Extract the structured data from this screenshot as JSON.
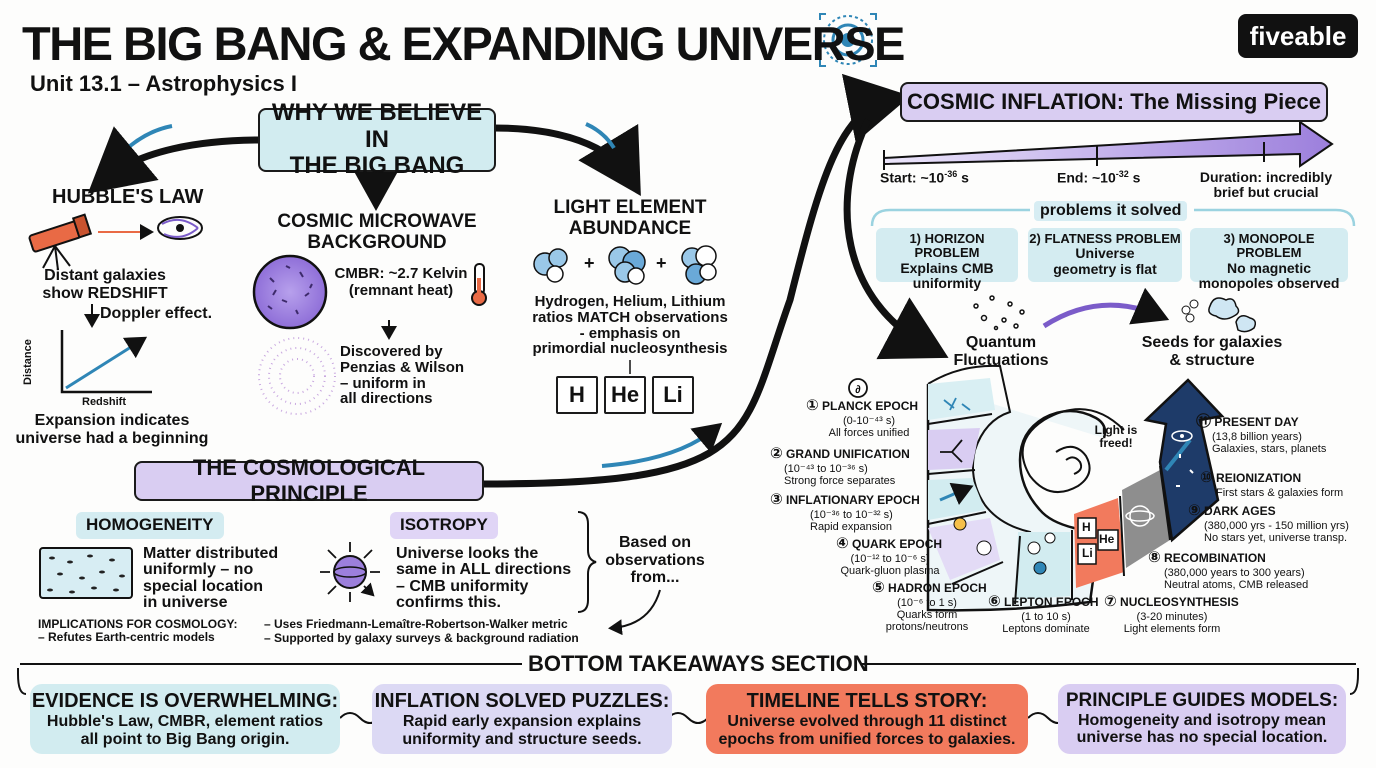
{
  "header": {
    "title": "THE BIG BANG & EXPANDING UNIVERSE",
    "subtitle": "Unit 13.1 – Astrophysics I",
    "brand": "fiveable",
    "icons": [
      "target-icon",
      "fiveable-logo"
    ]
  },
  "why": {
    "title_line1": "WHY WE BELIEVE IN",
    "title_line2": "THE BIG BANG",
    "hubble": {
      "title": "HUBBLE'S LAW",
      "desc_line1": "Distant galaxies",
      "desc_line2": "show REDSHIFT",
      "doppler": "Doppler effect.",
      "graph_ylabel": "Distance",
      "graph_xlabel": "Redshift",
      "conclusion_line1": "Expansion indicates",
      "conclusion_line2": "universe had a beginning"
    },
    "cmb": {
      "title_line1": "COSMIC MICROWAVE",
      "title_line2": "BACKGROUND",
      "temp_line1": "CMBR: ~2.7 Kelvin",
      "temp_line2": "(remnant heat)",
      "disc_line1": "Discovered by",
      "disc_line2": "Penzias & Wilson",
      "disc_line3": "– uniform in",
      "disc_line4": "all directions"
    },
    "light": {
      "title_line1": "LIGHT ELEMENT",
      "title_line2": "ABUNDANCE",
      "desc_line1": "Hydrogen, Helium, Lithium",
      "desc_line2": "ratios MATCH observations",
      "desc_line3": "- emphasis on",
      "desc_line4": "primordial nucleosynthesis",
      "elements": [
        "H",
        "He",
        "Li"
      ],
      "plus": "+"
    }
  },
  "principle": {
    "title": "THE COSMOLOGICAL PRINCIPLE",
    "homogeneity": {
      "label": "HOMOGENEITY",
      "desc_line1": "Matter distributed",
      "desc_line2": "uniformly – no",
      "desc_line3": "special location",
      "desc_line4": "in universe"
    },
    "isotropy": {
      "label": "ISOTROPY",
      "desc_line1": "Universe looks the",
      "desc_line2": "same in ALL directions",
      "desc_line3": "– CMB uniformity",
      "desc_line4": "confirms this."
    },
    "based_line1": "Based on",
    "based_line2": "observations",
    "based_line3": "from...",
    "implications_line1": "IMPLICATIONS FOR COSMOLOGY:",
    "implications_line2": "– Refutes Earth-centric models",
    "uses": "– Uses Friedmann-Lemaître-Robertson-Walker metric",
    "supported": "– Supported by galaxy surveys & background radiation"
  },
  "inflation": {
    "title": "COSMIC INFLATION: The Missing Piece",
    "start": "Start: ~10",
    "start_exp": "-36",
    "start_unit": " s",
    "end": "End: ~10",
    "end_exp": "-32",
    "end_unit": " s",
    "duration_line1": "Duration: incredibly",
    "duration_line2": "brief but crucial",
    "problems_label": "problems it solved",
    "problems": [
      {
        "title": "1) HORIZON PROBLEM",
        "line1": "Explains CMB",
        "line2": "uniformity"
      },
      {
        "title": "2) FLATNESS PROBLEM",
        "line1": "Universe",
        "line2": "geometry is flat"
      },
      {
        "title": "3) MONOPOLE PROBLEM",
        "line1": "No magnetic",
        "line2": "monopoles observed"
      }
    ],
    "quantum_line1": "Quantum",
    "quantum_line2": "Fluctuations",
    "seeds_line1": "Seeds for galaxies",
    "seeds_line2": "& structure"
  },
  "epochs": {
    "light_freed_line1": "Light is",
    "light_freed_line2": "freed!",
    "list": [
      {
        "num": "①",
        "name": "PLANCK EPOCH",
        "range": "(0-10⁻⁴³ s)",
        "desc": "All forces unified"
      },
      {
        "num": "②",
        "name": "GRAND UNIFICATION",
        "range": "(10⁻⁴³ to 10⁻³⁶ s)",
        "desc": "Strong force separates"
      },
      {
        "num": "③",
        "name": "INFLATIONARY EPOCH",
        "range": "(10⁻³⁶ to 10⁻³² s)",
        "desc": "Rapid expansion"
      },
      {
        "num": "④",
        "name": "QUARK EPOCH",
        "range": "(10⁻¹² to 10⁻⁶ s)",
        "desc": "Quark-gluon plasma"
      },
      {
        "num": "⑤",
        "name": "HADRON EPOCH",
        "range": "(10⁻⁶ to 1 s)",
        "desc_line1": "Quarks form",
        "desc_line2": "protons/neutrons"
      },
      {
        "num": "⑥",
        "name": "LEPTON EPOCH",
        "range": "(1 to 10 s)",
        "desc": "Leptons dominate"
      },
      {
        "num": "⑦",
        "name": "NUCLEOSYNTHESIS",
        "range": "(3-20 minutes)",
        "desc": "Light elements form"
      },
      {
        "num": "⑧",
        "name": "RECOMBINATION",
        "range": "(380,000 years to 300 years)",
        "desc": "Neutral atoms, CMB released"
      },
      {
        "num": "⑨",
        "name": "DARK AGES",
        "range": "(380,000 yrs - 150 million yrs)",
        "desc": "No stars yet, universe transp."
      },
      {
        "num": "⑩",
        "name": "REIONIZATION",
        "desc": "First stars & galaxies form"
      },
      {
        "num": "⑪",
        "name": "PRESENT DAY",
        "range": "(13,8 billion years)",
        "desc": "Galaxies, stars, planets"
      }
    ],
    "tile_elements": [
      "H",
      "He",
      "Li"
    ]
  },
  "takeaways": {
    "title": "BOTTOM TAKEAWAYS SECTION",
    "items": [
      {
        "title": "EVIDENCE IS OVERWHELMING:",
        "line1": "Hubble's Law, CMBR, element ratios",
        "line2": "all point to Big Bang origin."
      },
      {
        "title": "INFLATION SOLVED PUZZLES:",
        "line1": "Rapid early expansion explains",
        "line2": "uniformity and structure seeds."
      },
      {
        "title": "TIMELINE TELLS STORY:",
        "line1": "Universe evolved through 11 distinct",
        "line2": "epochs from unified forces to galaxies."
      },
      {
        "title": "PRINCIPLE GUIDES MODELS:",
        "line1": "Homogeneity and isotropy mean",
        "line2": "universe has no special location."
      }
    ]
  },
  "colors": {
    "blue_box": "#d2ecf0",
    "purple_box": "#d9cdf2",
    "coral_box": "#f27a5d",
    "accent_blue": "#2f86b6",
    "accent_purple": "#9c7fdc"
  }
}
